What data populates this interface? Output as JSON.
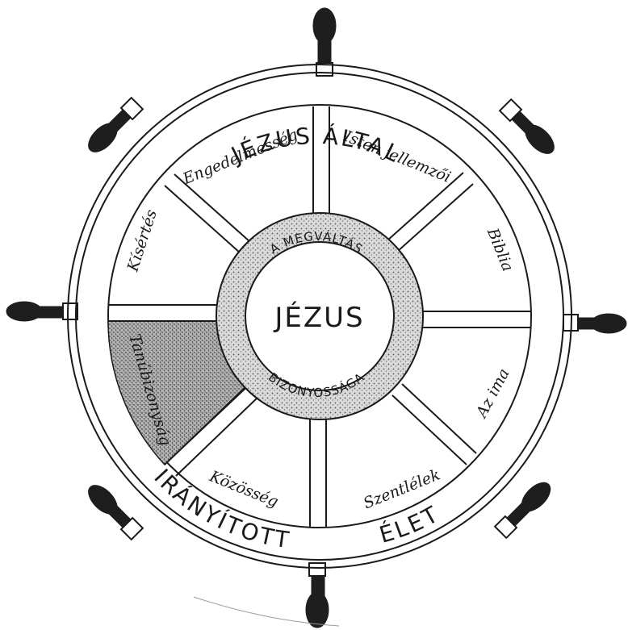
{
  "outer_ring": {
    "top_text": "JÉZUS ÁLTAL",
    "bottom_text_left": "IRÁNYÍTOTT",
    "bottom_text_right": "ÉLET"
  },
  "inner_ring": {
    "top_text": "A MEGVÁLTÁS",
    "bottom_text": "BIZONYOSSÁGA"
  },
  "center": {
    "label": "JÉZUS"
  },
  "segments": [
    {
      "label": "Engedelmesség"
    },
    {
      "label": "Isten jellemzői"
    },
    {
      "label": "Biblia"
    },
    {
      "label": "Az ima"
    },
    {
      "label": "Szentlélek"
    },
    {
      "label": "Közösség"
    },
    {
      "label": "Tanúbizonyság"
    },
    {
      "label": "Kísértés"
    }
  ],
  "colors": {
    "ink": "#1a1a1a",
    "shade": "#8a8a8a",
    "paper": "#ffffff"
  }
}
